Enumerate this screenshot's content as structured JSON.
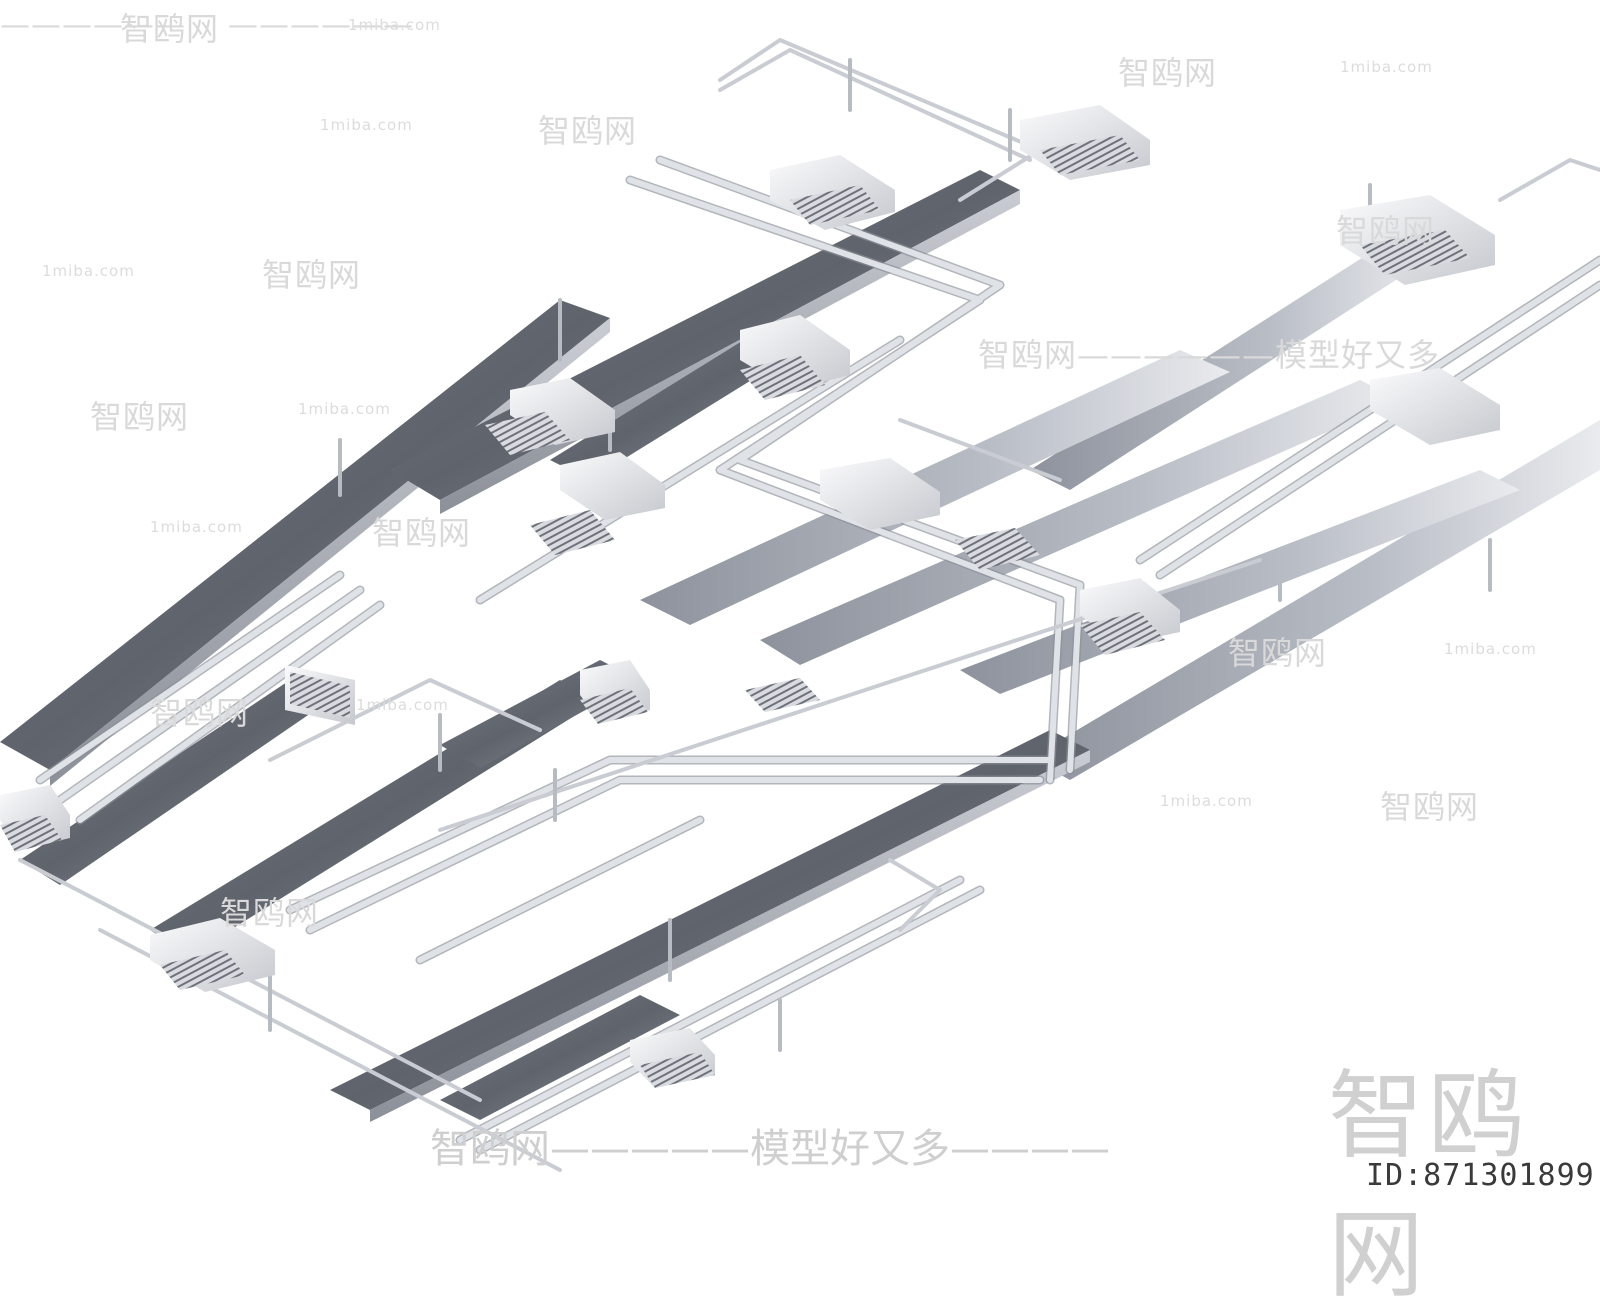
{
  "watermarks": {
    "brand": "智鸥网",
    "site": "1miba.com",
    "dash": "——————",
    "slogan": "智鸥网——-——模型好又多———"
  },
  "bottom_slogan": "智鸥网—————模型好又多————",
  "mid_slogan": "智鸥网——————模型好又多",
  "brand_big": "智鸥网",
  "id_label": "ID:871301899",
  "colors": {
    "duct_top": "#6b6f78",
    "duct_side": "#9ea3ad",
    "pipe": "#d8dbe0",
    "pipe_shadow": "#8a8f98",
    "diffuser": "#f0f1f3"
  }
}
